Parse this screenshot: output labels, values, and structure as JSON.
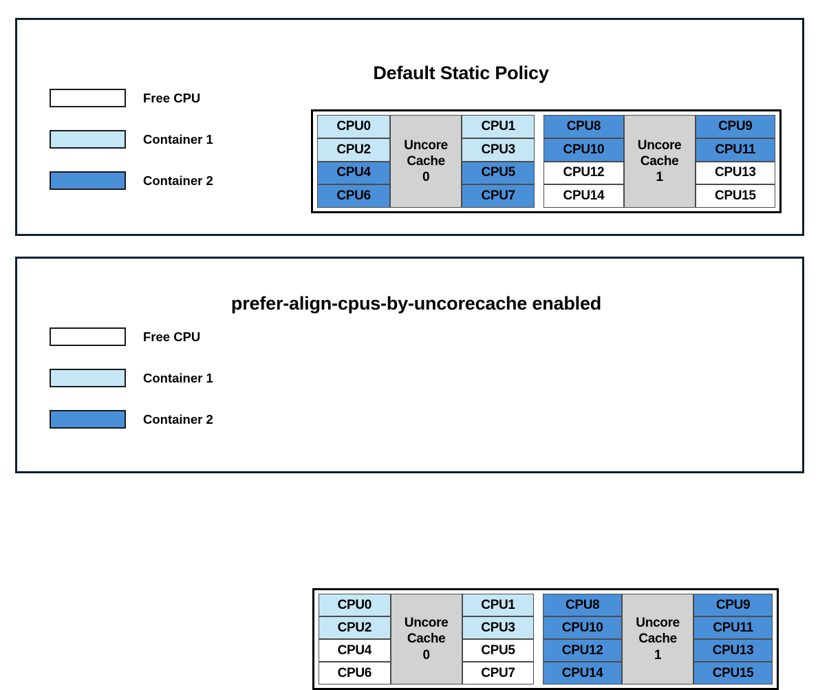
{
  "colors": {
    "free": "#ffffff",
    "container1": "#c5e7f5",
    "container2": "#4a90d9",
    "uncore_cache": "#d2d2d2",
    "panel_border": "#0d2033",
    "diagram_border": "#000000",
    "cell_border": "#4a4a4a"
  },
  "legend": {
    "items": [
      {
        "label": "Free CPU",
        "fill": "free"
      },
      {
        "label": "Container 1",
        "fill": "container1"
      },
      {
        "label": "Container 2",
        "fill": "container2"
      }
    ]
  },
  "panels": [
    {
      "id": "default-static-policy",
      "title": "Default Static Policy",
      "caches": [
        {
          "uncore_label_line1": "Uncore",
          "uncore_label_line2": "Cache",
          "uncore_index": "0",
          "left_column": [
            {
              "label": "CPU0",
              "fill": "container1"
            },
            {
              "label": "CPU2",
              "fill": "container1"
            },
            {
              "label": "CPU4",
              "fill": "container2"
            },
            {
              "label": "CPU6",
              "fill": "container2"
            }
          ],
          "right_column": [
            {
              "label": "CPU1",
              "fill": "container1"
            },
            {
              "label": "CPU3",
              "fill": "container1"
            },
            {
              "label": "CPU5",
              "fill": "container2"
            },
            {
              "label": "CPU7",
              "fill": "container2"
            }
          ]
        },
        {
          "uncore_label_line1": "Uncore",
          "uncore_label_line2": "Cache",
          "uncore_index": "1",
          "left_column": [
            {
              "label": "CPU8",
              "fill": "container2"
            },
            {
              "label": "CPU10",
              "fill": "container2"
            },
            {
              "label": "CPU12",
              "fill": "free"
            },
            {
              "label": "CPU14",
              "fill": "free"
            }
          ],
          "right_column": [
            {
              "label": "CPU9",
              "fill": "container2"
            },
            {
              "label": "CPU11",
              "fill": "container2"
            },
            {
              "label": "CPU13",
              "fill": "free"
            },
            {
              "label": "CPU15",
              "fill": "free"
            }
          ]
        }
      ]
    },
    {
      "id": "prefer-align-cpus-by-uncorecache-enabled",
      "title": "prefer-align-cpus-by-uncorecache enabled",
      "caches": [
        {
          "uncore_label_line1": "Uncore",
          "uncore_label_line2": "Cache",
          "uncore_index": "0",
          "left_column": [
            {
              "label": "CPU0",
              "fill": "container1"
            },
            {
              "label": "CPU2",
              "fill": "container1"
            },
            {
              "label": "CPU4",
              "fill": "free"
            },
            {
              "label": "CPU6",
              "fill": "free"
            }
          ],
          "right_column": [
            {
              "label": "CPU1",
              "fill": "container1"
            },
            {
              "label": "CPU3",
              "fill": "container1"
            },
            {
              "label": "CPU5",
              "fill": "free"
            },
            {
              "label": "CPU7",
              "fill": "free"
            }
          ]
        },
        {
          "uncore_label_line1": "Uncore",
          "uncore_label_line2": "Cache",
          "uncore_index": "1",
          "left_column": [
            {
              "label": "CPU8",
              "fill": "container2"
            },
            {
              "label": "CPU10",
              "fill": "container2"
            },
            {
              "label": "CPU12",
              "fill": "container2"
            },
            {
              "label": "CPU14",
              "fill": "container2"
            }
          ],
          "right_column": [
            {
              "label": "CPU9",
              "fill": "container2"
            },
            {
              "label": "CPU11",
              "fill": "container2"
            },
            {
              "label": "CPU13",
              "fill": "container2"
            },
            {
              "label": "CPU15",
              "fill": "container2"
            }
          ]
        }
      ]
    }
  ]
}
